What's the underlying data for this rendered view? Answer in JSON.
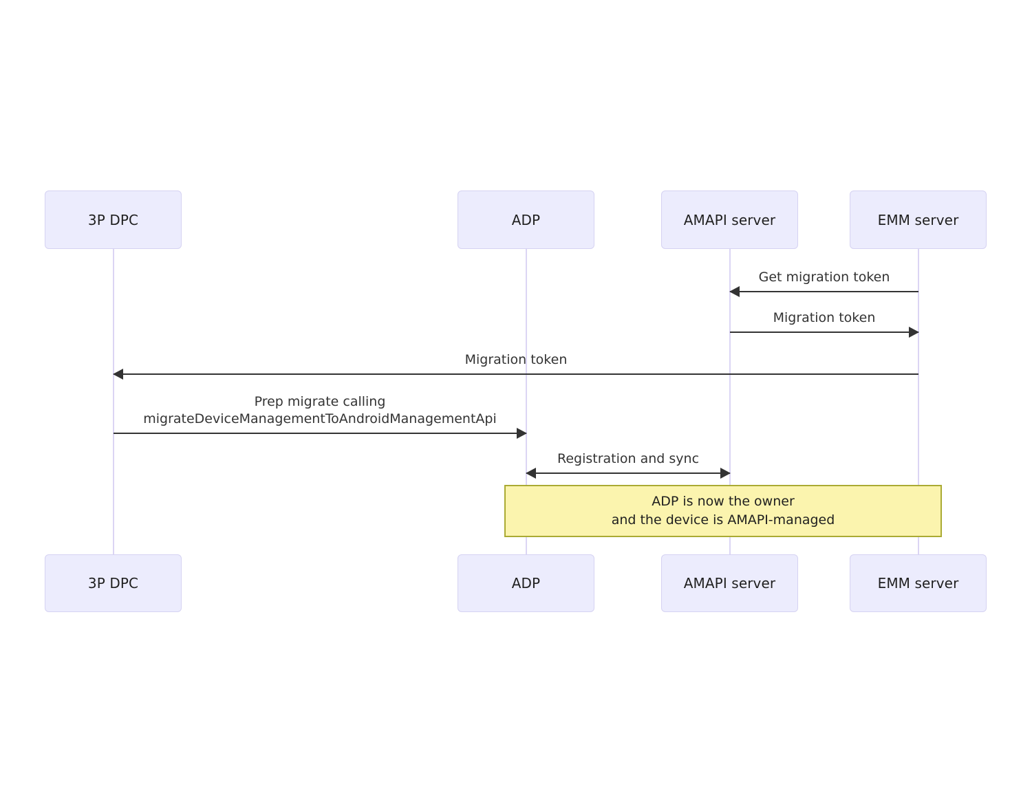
{
  "diagram": {
    "type": "sequence-diagram",
    "title": "",
    "background_color": "#ffffff",
    "participant_fill": "#ececfd",
    "participant_border": "#d5d2f2",
    "lifeline_color": "#dbd5f4",
    "arrow_color": "#333333",
    "note_fill": "#fbf4ae",
    "note_border": "#aaaa33",
    "participants": [
      {
        "id": "dpc",
        "label": "3P DPC"
      },
      {
        "id": "adp",
        "label": "ADP"
      },
      {
        "id": "amapi",
        "label": "AMAPI server"
      },
      {
        "id": "emm",
        "label": "EMM server"
      }
    ],
    "participants_bottom": [
      {
        "id": "dpc",
        "label": "3P DPC"
      },
      {
        "id": "adp",
        "label": "ADP"
      },
      {
        "id": "amapi",
        "label": "AMAPI server"
      },
      {
        "id": "emm",
        "label": "EMM server"
      }
    ],
    "messages": [
      {
        "id": "m1",
        "label": "Get migration token",
        "from": "emm",
        "to": "amapi",
        "direction": "left"
      },
      {
        "id": "m2",
        "label": "Migration token",
        "from": "amapi",
        "to": "emm",
        "direction": "right"
      },
      {
        "id": "m3",
        "label": "Migration token",
        "from": "emm",
        "to": "dpc",
        "direction": "left"
      },
      {
        "id": "m4",
        "label": "Prep migrate calling\nmigrateDeviceManagementToAndroidManagementApi",
        "from": "dpc",
        "to": "adp",
        "direction": "right"
      },
      {
        "id": "m5",
        "label": "Registration and sync",
        "from": "adp",
        "to": "amapi",
        "direction": "both"
      }
    ],
    "notes": [
      {
        "id": "n1",
        "text": "ADP is now the owner\nand the device is AMAPI-managed",
        "over_from": "adp",
        "over_to": "emm"
      }
    ]
  }
}
